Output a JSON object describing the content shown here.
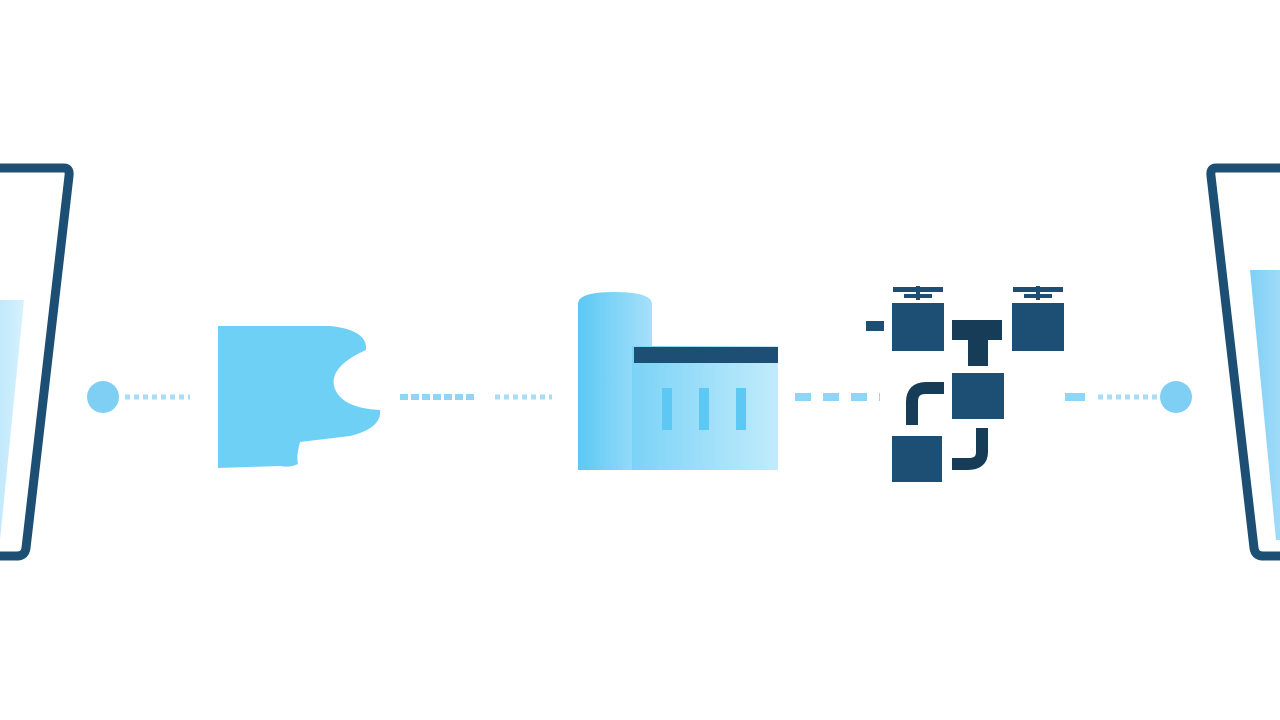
{
  "diagram": {
    "stages": [
      {
        "id": "source-glass",
        "icon": "water-glass-icon"
      },
      {
        "id": "source-water",
        "icon": "water-body-icon"
      },
      {
        "id": "treatment-plant",
        "icon": "factory-icon"
      },
      {
        "id": "distribution-pipes",
        "icon": "pipe-network-icon"
      },
      {
        "id": "tap-glass",
        "icon": "water-glass-icon"
      }
    ],
    "colors": {
      "navy": "#1c4f73",
      "navy_dark": "#163c58",
      "light_blue": "#6fd0f6",
      "pale_blue": "#a8e0fb",
      "mid_blue": "#55c2f2",
      "dot_blue": "#7fcff5",
      "background": "#ffffff"
    }
  }
}
